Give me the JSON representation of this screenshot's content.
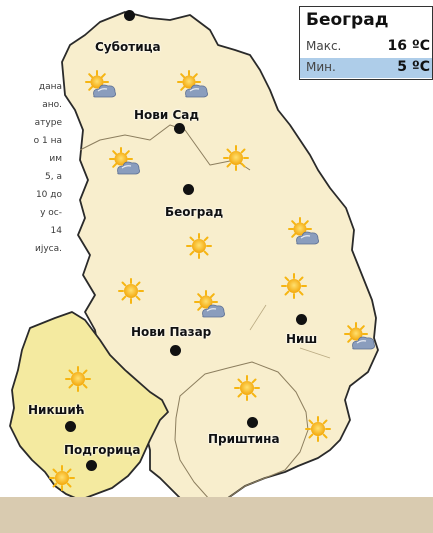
{
  "left_text": [
    "дана",
    "ано.",
    "атуре",
    "о 1 на",
    "им",
    "5, а",
    "10 до",
    "у ос-",
    "14",
    "ијуса."
  ],
  "cities": {
    "subotica": "Суботица",
    "novi_sad": "Нови Сад",
    "beograd": "Београд",
    "novi_pazar": "Нови Пазар",
    "nis": "Ниш",
    "niksic": "Никшић",
    "podgorica": "Подгорица",
    "pristina": "Приштина"
  },
  "belgrade_box": {
    "title": "Београд",
    "max_label": "Макс.",
    "max_value": "16 ºC",
    "min_label": "Мин.",
    "min_value": "5 ºC"
  },
  "icons": {
    "sun": "sun-icon",
    "partly": "partly-cloudy-icon"
  },
  "colors": {
    "serbia_fill": "#f8eecd",
    "montenegro_fill": "#f4eaa0",
    "border": "#2a2a2a",
    "min_row": "#aecde9",
    "sun": "#f6b512",
    "cloud": "#7f93b4"
  }
}
